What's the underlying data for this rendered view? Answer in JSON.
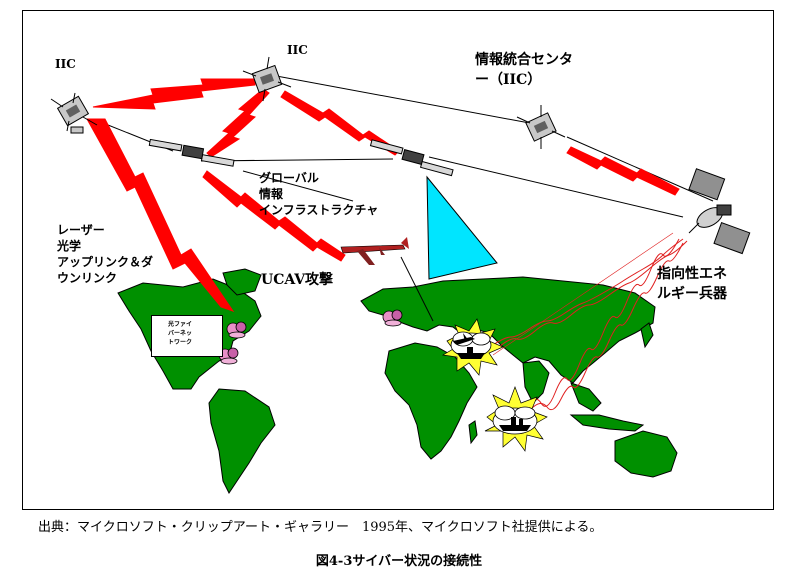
{
  "labels": {
    "iic_left": "IIC",
    "iic_center": "IIC",
    "iic_center_full_line1": "情報統合センタ",
    "iic_center_full_line2": "ー（IIC）",
    "global_info_line1": "グローバル",
    "global_info_line2": "情報",
    "global_info_line3": "インフラストラクチャ",
    "laser_line1": "レーザー",
    "laser_line2": "光学",
    "laser_line3": "アップリンク＆ダ",
    "laser_line4": "ウンリンク",
    "ucav": "UCAV攻撃",
    "directed_energy_line1": "指向性エネ",
    "directed_energy_line2": "ルギー兵器",
    "box_line1": "光ファイ",
    "box_line2": "バーネッ",
    "box_line3": "トワーク"
  },
  "source": "出典：マイクロソフト・クリップアート・ギャラリー　1995年、マイクロソフト社提供による。",
  "caption": "図4-3サイバー状況の接続性",
  "colors": {
    "land": "#009000",
    "lightning": "#ff0000",
    "triangle": "#00e5ff",
    "laser_beam": "#e02020",
    "burst": "#ffff33",
    "node": "#e890c8"
  }
}
